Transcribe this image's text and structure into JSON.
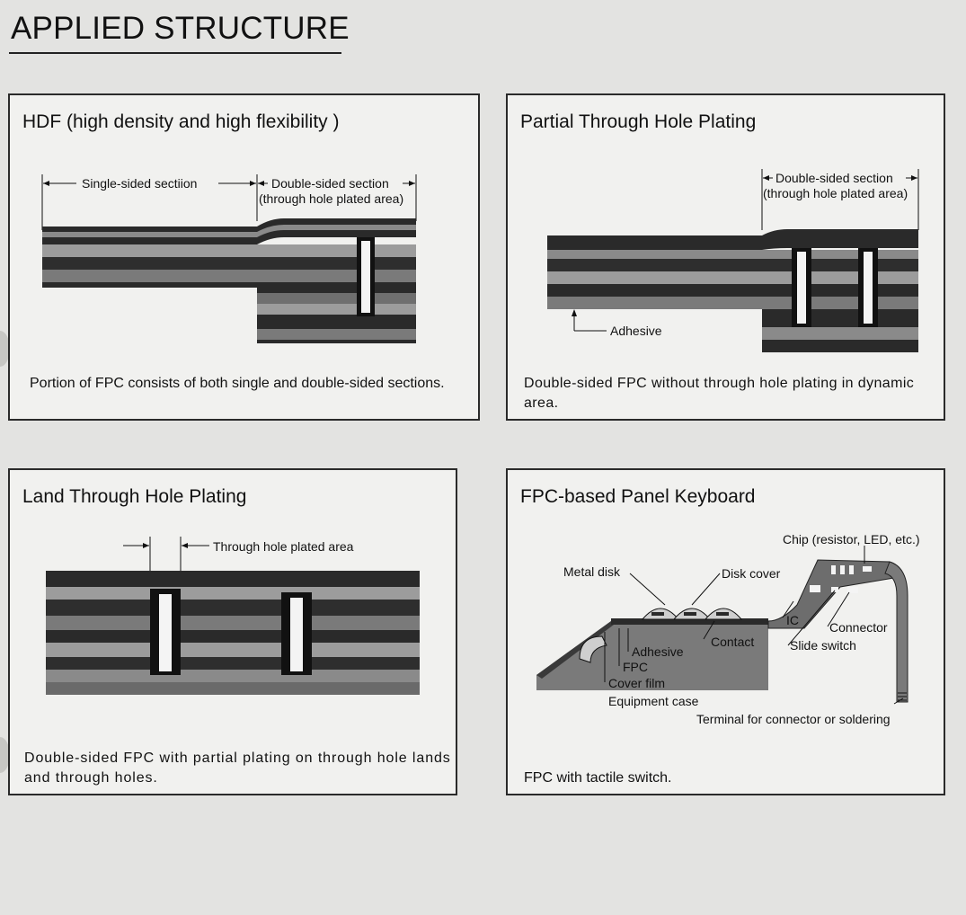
{
  "page": {
    "title": "APPLIED STRUCTURE"
  },
  "colors": {
    "dark_layer": "#2a2a2a",
    "mid_layer": "#6f6f6f",
    "light_layer": "#9c9c9c",
    "plating": "#f4f4f4",
    "panel_bg": "#f1f1ef"
  },
  "panels": {
    "hdf": {
      "title": "HDF (high density and high flexibility )",
      "label_single": "Single-sided sectiion",
      "label_double_1": "Double-sided section",
      "label_double_2": "(through hole plated area)",
      "caption": "Portion of FPC consists of both single and double-sided sections."
    },
    "partial": {
      "title": "Partial Through Hole Plating",
      "label_double_1": "Double-sided section",
      "label_double_2": "(through hole plated area)",
      "label_adhesive": "Adhesive",
      "caption": "Double-sided FPC without through hole plating in dynamic area."
    },
    "land": {
      "title": "Land Through Hole Plating",
      "label_plated": "Through hole plated area",
      "caption": "Double-sided FPC with partial plating on through hole lands and through holes."
    },
    "keyboard": {
      "title": "FPC-based Panel Keyboard",
      "label_chip": "Chip (resistor, LED, etc.)",
      "label_metal_disk": "Metal disk",
      "label_disk_cover": "Disk cover",
      "label_ic": "IC",
      "label_connector": "Connector",
      "label_contact": "Contact",
      "label_adhesive": "Adhesive",
      "label_slide_switch": "Slide switch",
      "label_fpc": "FPC",
      "label_cover_film": "Cover film",
      "label_equipment_case": "Equipment case",
      "label_terminal": "Terminal for connector or soldering",
      "caption": "FPC with tactile switch."
    }
  }
}
